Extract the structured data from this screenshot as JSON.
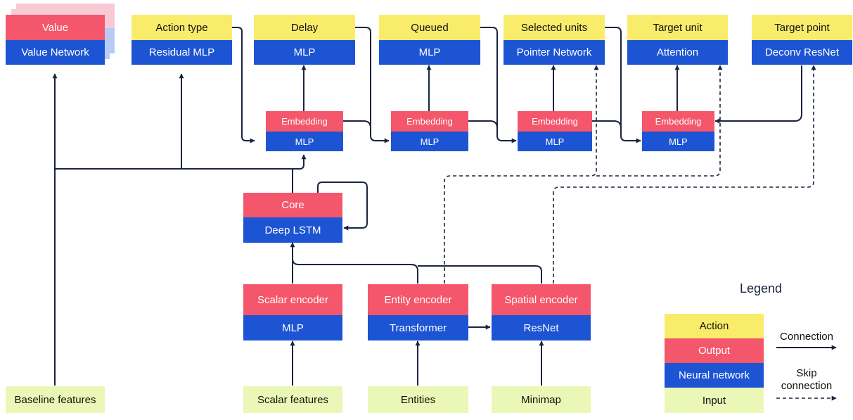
{
  "colors": {
    "action": "#f9ec6b",
    "output": "#f4566b",
    "network": "#1c54d4",
    "input": "#ebf7b6",
    "connection": "#1a2440"
  },
  "heads": {
    "value": {
      "output": "Value",
      "network": "Value Network"
    },
    "action_type": {
      "output": "Action type",
      "network": "Residual MLP"
    },
    "delay": {
      "output": "Delay",
      "network": "MLP"
    },
    "queued": {
      "output": "Queued",
      "network": "MLP"
    },
    "selected_units": {
      "output": "Selected units",
      "network": "Pointer Network"
    },
    "target_unit": {
      "output": "Target unit",
      "network": "Attention"
    },
    "target_point": {
      "output": "Target point",
      "network": "Deconv ResNet"
    }
  },
  "embeddings": [
    {
      "output": "Embedding",
      "network": "MLP"
    },
    {
      "output": "Embedding",
      "network": "MLP"
    },
    {
      "output": "Embedding",
      "network": "MLP"
    },
    {
      "output": "Embedding",
      "network": "MLP"
    }
  ],
  "core": {
    "output": "Core",
    "network": "Deep LSTM"
  },
  "encoders": {
    "scalar": {
      "output": "Scalar encoder",
      "network": "MLP"
    },
    "entity": {
      "output": "Entity encoder",
      "network": "Transformer"
    },
    "spatial": {
      "output": "Spatial encoder",
      "network": "ResNet"
    }
  },
  "inputs": {
    "baseline": "Baseline features",
    "scalar": "Scalar features",
    "entities": "Entities",
    "minimap": "Minimap"
  },
  "legend": {
    "title": "Legend",
    "action": "Action",
    "output": "Output",
    "network": "Neural network",
    "input": "Input",
    "connection": "Connection",
    "skip_line1": "Skip",
    "skip_line2": "connection"
  }
}
